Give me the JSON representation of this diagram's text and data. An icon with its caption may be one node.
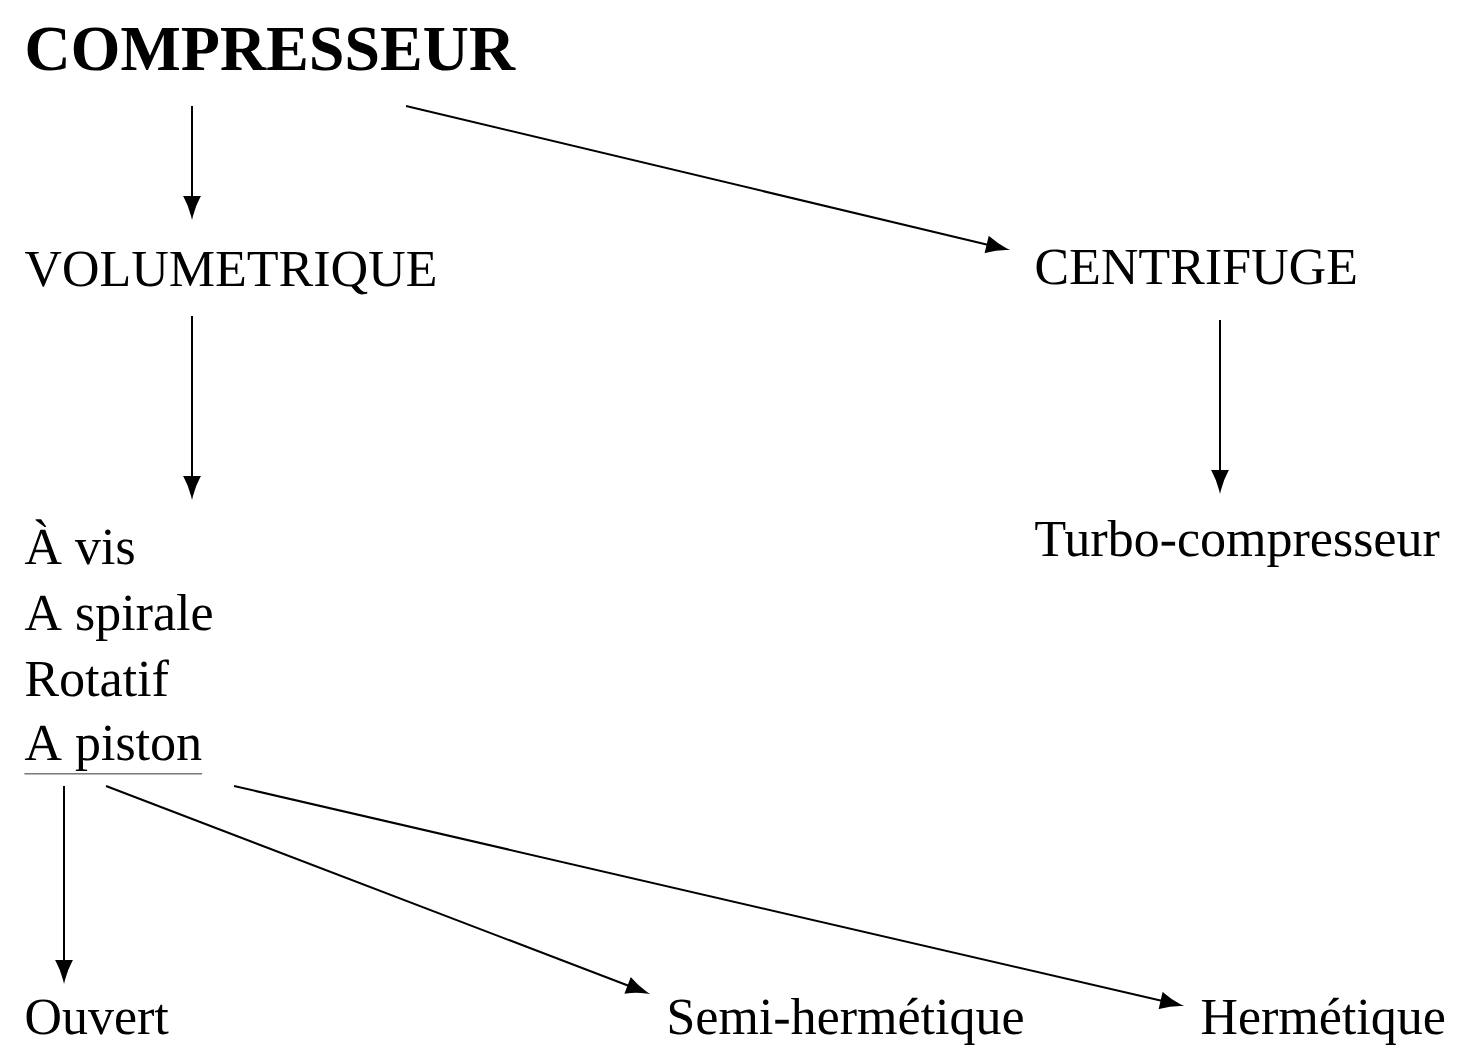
{
  "diagram": {
    "nodes": [
      {
        "text": [
          "COMPRESSEUR"
        ]
      },
      {
        "text": [
          "VOLUMETRIQUE"
        ]
      },
      {
        "text": [
          "CENTRIFUGE"
        ]
      },
      {
        "text": [
          "À vis"
        ]
      },
      {
        "text": [
          "A spirale"
        ]
      },
      {
        "text": [
          "Rotatif"
        ]
      },
      {
        "text": [
          "A piston"
        ]
      },
      {
        "text": [
          "Turbo-compresseur"
        ]
      },
      {
        "text": [
          "Ouvert"
        ]
      },
      {
        "text": [
          "Semi-hermétique"
        ]
      },
      {
        "text": [
          "Hermétique"
        ]
      }
    ],
    "edges": [
      {
        "from": 0,
        "to": 1,
        "arrow": "to"
      },
      {
        "from": 0,
        "to": 2,
        "arrow": "to"
      },
      {
        "from": 1,
        "to": 3,
        "arrow": "to"
      },
      {
        "from": 2,
        "to": 7,
        "arrow": "to"
      },
      {
        "from": 6,
        "to": 8,
        "arrow": "to"
      },
      {
        "from": 6,
        "to": 9,
        "arrow": "to"
      },
      {
        "from": 6,
        "to": 10,
        "arrow": "to"
      }
    ]
  }
}
